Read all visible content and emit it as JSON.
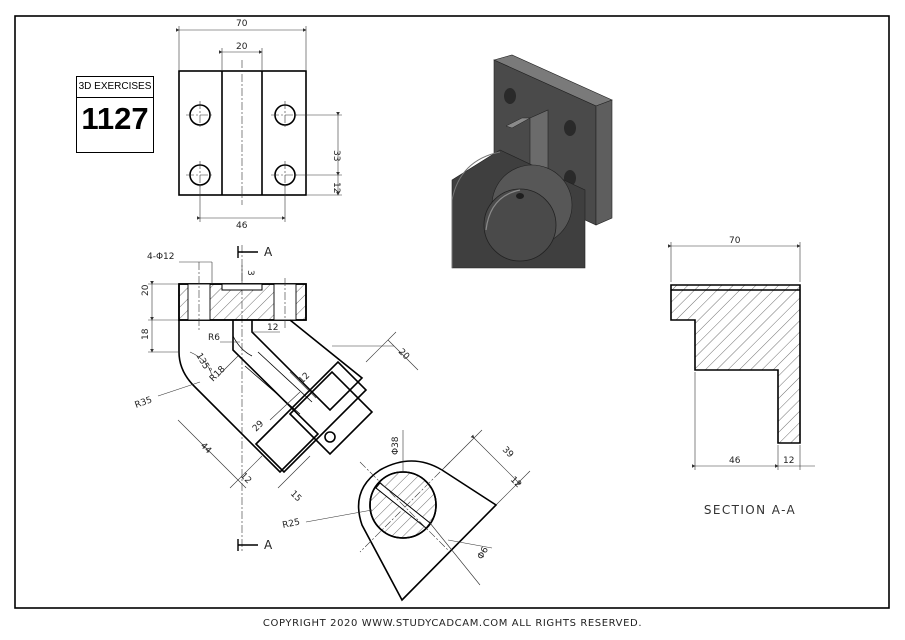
{
  "title_block": {
    "label": "3D EXERCISES",
    "number": "1127"
  },
  "top_view": {
    "dim_overall_width": "70",
    "dim_slot_width": "20",
    "dim_hole_spacing_x": "46",
    "dim_hole_spacing_y": "33",
    "dim_hole_edge": "12"
  },
  "front_view": {
    "hole_callout": "4-Φ12",
    "section_marker_top": "A",
    "section_marker_bottom": "A",
    "dim_top_3": "3",
    "dim_20": "20",
    "dim_18": "18",
    "dim_r6": "R6",
    "dim_12_top": "12",
    "dim_135": "135°",
    "dim_r18": "R18",
    "dim_r35": "R35",
    "dim_12_mid": "12",
    "dim_20_right": "20",
    "dim_29": "29",
    "dim_44": "44",
    "dim_12_low": "12",
    "dim_15": "15",
    "dim_phi38": "Φ38",
    "dim_39": "39",
    "dim_12_right": "12",
    "dim_r25": "R25",
    "dim_phi6": "Φ6"
  },
  "section_view": {
    "dim_width": "70",
    "dim_46": "46",
    "dim_12": "12",
    "label": "SECTION A-A"
  },
  "iso_view": {
    "colors": {
      "dark_face": "#3f3f3f",
      "mid_face": "#5a5a5a",
      "light_face": "#7a7a7a"
    }
  },
  "footer": {
    "copyright": "COPYRIGHT  2020 WWW.STUDYCADCAM.COM ALL RIGHTS RESERVED."
  }
}
